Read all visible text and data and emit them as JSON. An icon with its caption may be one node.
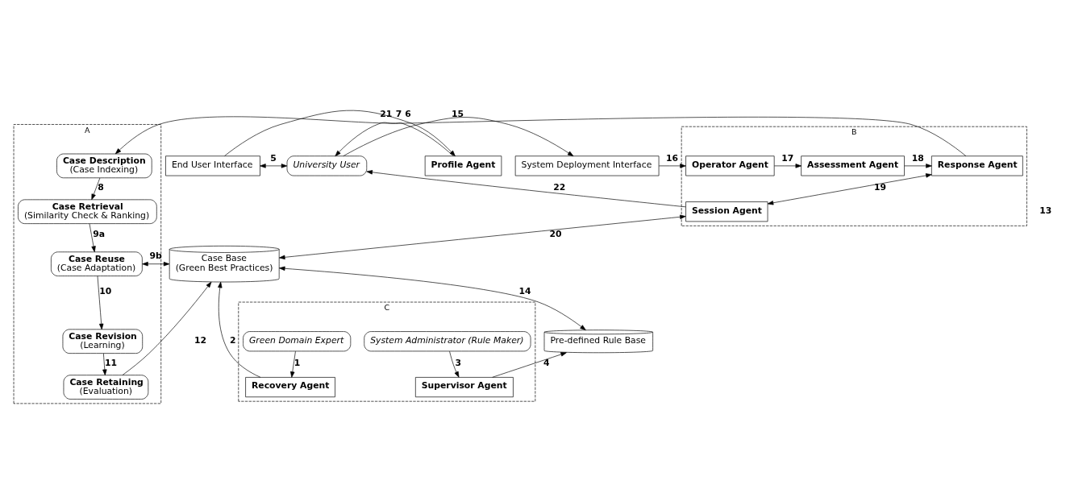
{
  "diagram": {
    "nodes": [
      {
        "text": [
          "A"
        ]
      },
      {
        "text": [
          "Case Description",
          "(Case Indexing)"
        ],
        "in": 0
      },
      {
        "text": [
          "Case Retrieval",
          "(Similarity Check & Ranking)"
        ],
        "in": 0
      },
      {
        "text": [
          "Case Reuse",
          "(Case Adaptation)"
        ],
        "in": 0
      },
      {
        "text": [
          "Case Revision",
          "(Learning)"
        ],
        "in": 0
      },
      {
        "text": [
          "Case Retaining",
          "(Evaluation)"
        ],
        "in": 0
      },
      {
        "text": [
          "Profile Agent"
        ]
      },
      {
        "text": [
          "End User Interface"
        ]
      },
      {
        "text": [
          "University User"
        ]
      },
      {
        "text": [
          "System Deployment Interface"
        ]
      },
      {
        "text": [
          "B"
        ]
      },
      {
        "text": [
          "Operator Agent"
        ],
        "in": 10
      },
      {
        "text": [
          "Assessment Agent"
        ],
        "in": 10
      },
      {
        "text": [
          "Response Agent"
        ],
        "in": 10
      },
      {
        "text": [
          "Session Agent"
        ],
        "in": 10
      },
      {
        "text": [
          "Case Base",
          "(Green Best Practices)"
        ]
      },
      {
        "text": [
          "Pre-defined Rule Base"
        ]
      },
      {
        "text": [
          "C"
        ]
      },
      {
        "text": [
          "Recovery Agent"
        ],
        "in": 17
      },
      {
        "text": [
          "Supervisor Agent"
        ],
        "in": 17
      },
      {
        "text": [
          "Green Domain Expert"
        ],
        "in": 17
      },
      {
        "text": [
          "System Administrator (Rule Maker)"
        ],
        "in": 17
      }
    ],
    "edges": [
      {
        "from": 6,
        "to": 1,
        "arrow": "to",
        "label": "7"
      },
      {
        "from": 7,
        "to": 6,
        "arrow": "to",
        "label": "6"
      },
      {
        "from": 1,
        "to": 2,
        "arrow": "to",
        "label": "8"
      },
      {
        "from": 2,
        "to": 3,
        "arrow": "to",
        "label": "9a"
      },
      {
        "from": 3,
        "to": 15,
        "arrow": "both",
        "label": "9b"
      },
      {
        "from": 3,
        "to": 4,
        "arrow": "to",
        "label": "10"
      },
      {
        "from": 4,
        "to": 5,
        "arrow": "to",
        "label": "11"
      },
      {
        "from": 5,
        "to": 15,
        "arrow": "to",
        "label": "12"
      },
      {
        "from": 7,
        "to": 8,
        "arrow": "both",
        "label": "5"
      },
      {
        "from": 8,
        "to": 9,
        "arrow": "to",
        "label": "15"
      },
      {
        "from": 9,
        "to": 11,
        "arrow": "to",
        "label": "16"
      },
      {
        "from": 11,
        "to": 12,
        "arrow": "to",
        "label": "17"
      },
      {
        "from": 12,
        "to": 13,
        "arrow": "to",
        "label": "18"
      },
      {
        "from": 13,
        "to": 8,
        "arrow": "to",
        "label": "21"
      },
      {
        "from": 14,
        "to": 8,
        "arrow": "to",
        "label": "22"
      },
      {
        "from": 13,
        "to": 14,
        "arrow": "both",
        "label": "19"
      },
      {
        "from": 15,
        "to": 14,
        "arrow": "both",
        "label": "20"
      },
      {
        "from": 15,
        "to": 16,
        "arrow": "both",
        "label": "14"
      },
      {
        "from": 18,
        "to": 15,
        "arrow": "to",
        "label": "2"
      },
      {
        "from": 19,
        "to": 16,
        "arrow": "to",
        "label": "4"
      },
      {
        "from": 20,
        "to": 18,
        "arrow": "to",
        "label": "1"
      },
      {
        "from": 21,
        "to": 19,
        "arrow": "to",
        "label": "3"
      }
    ],
    "labels": [
      "13"
    ]
  }
}
